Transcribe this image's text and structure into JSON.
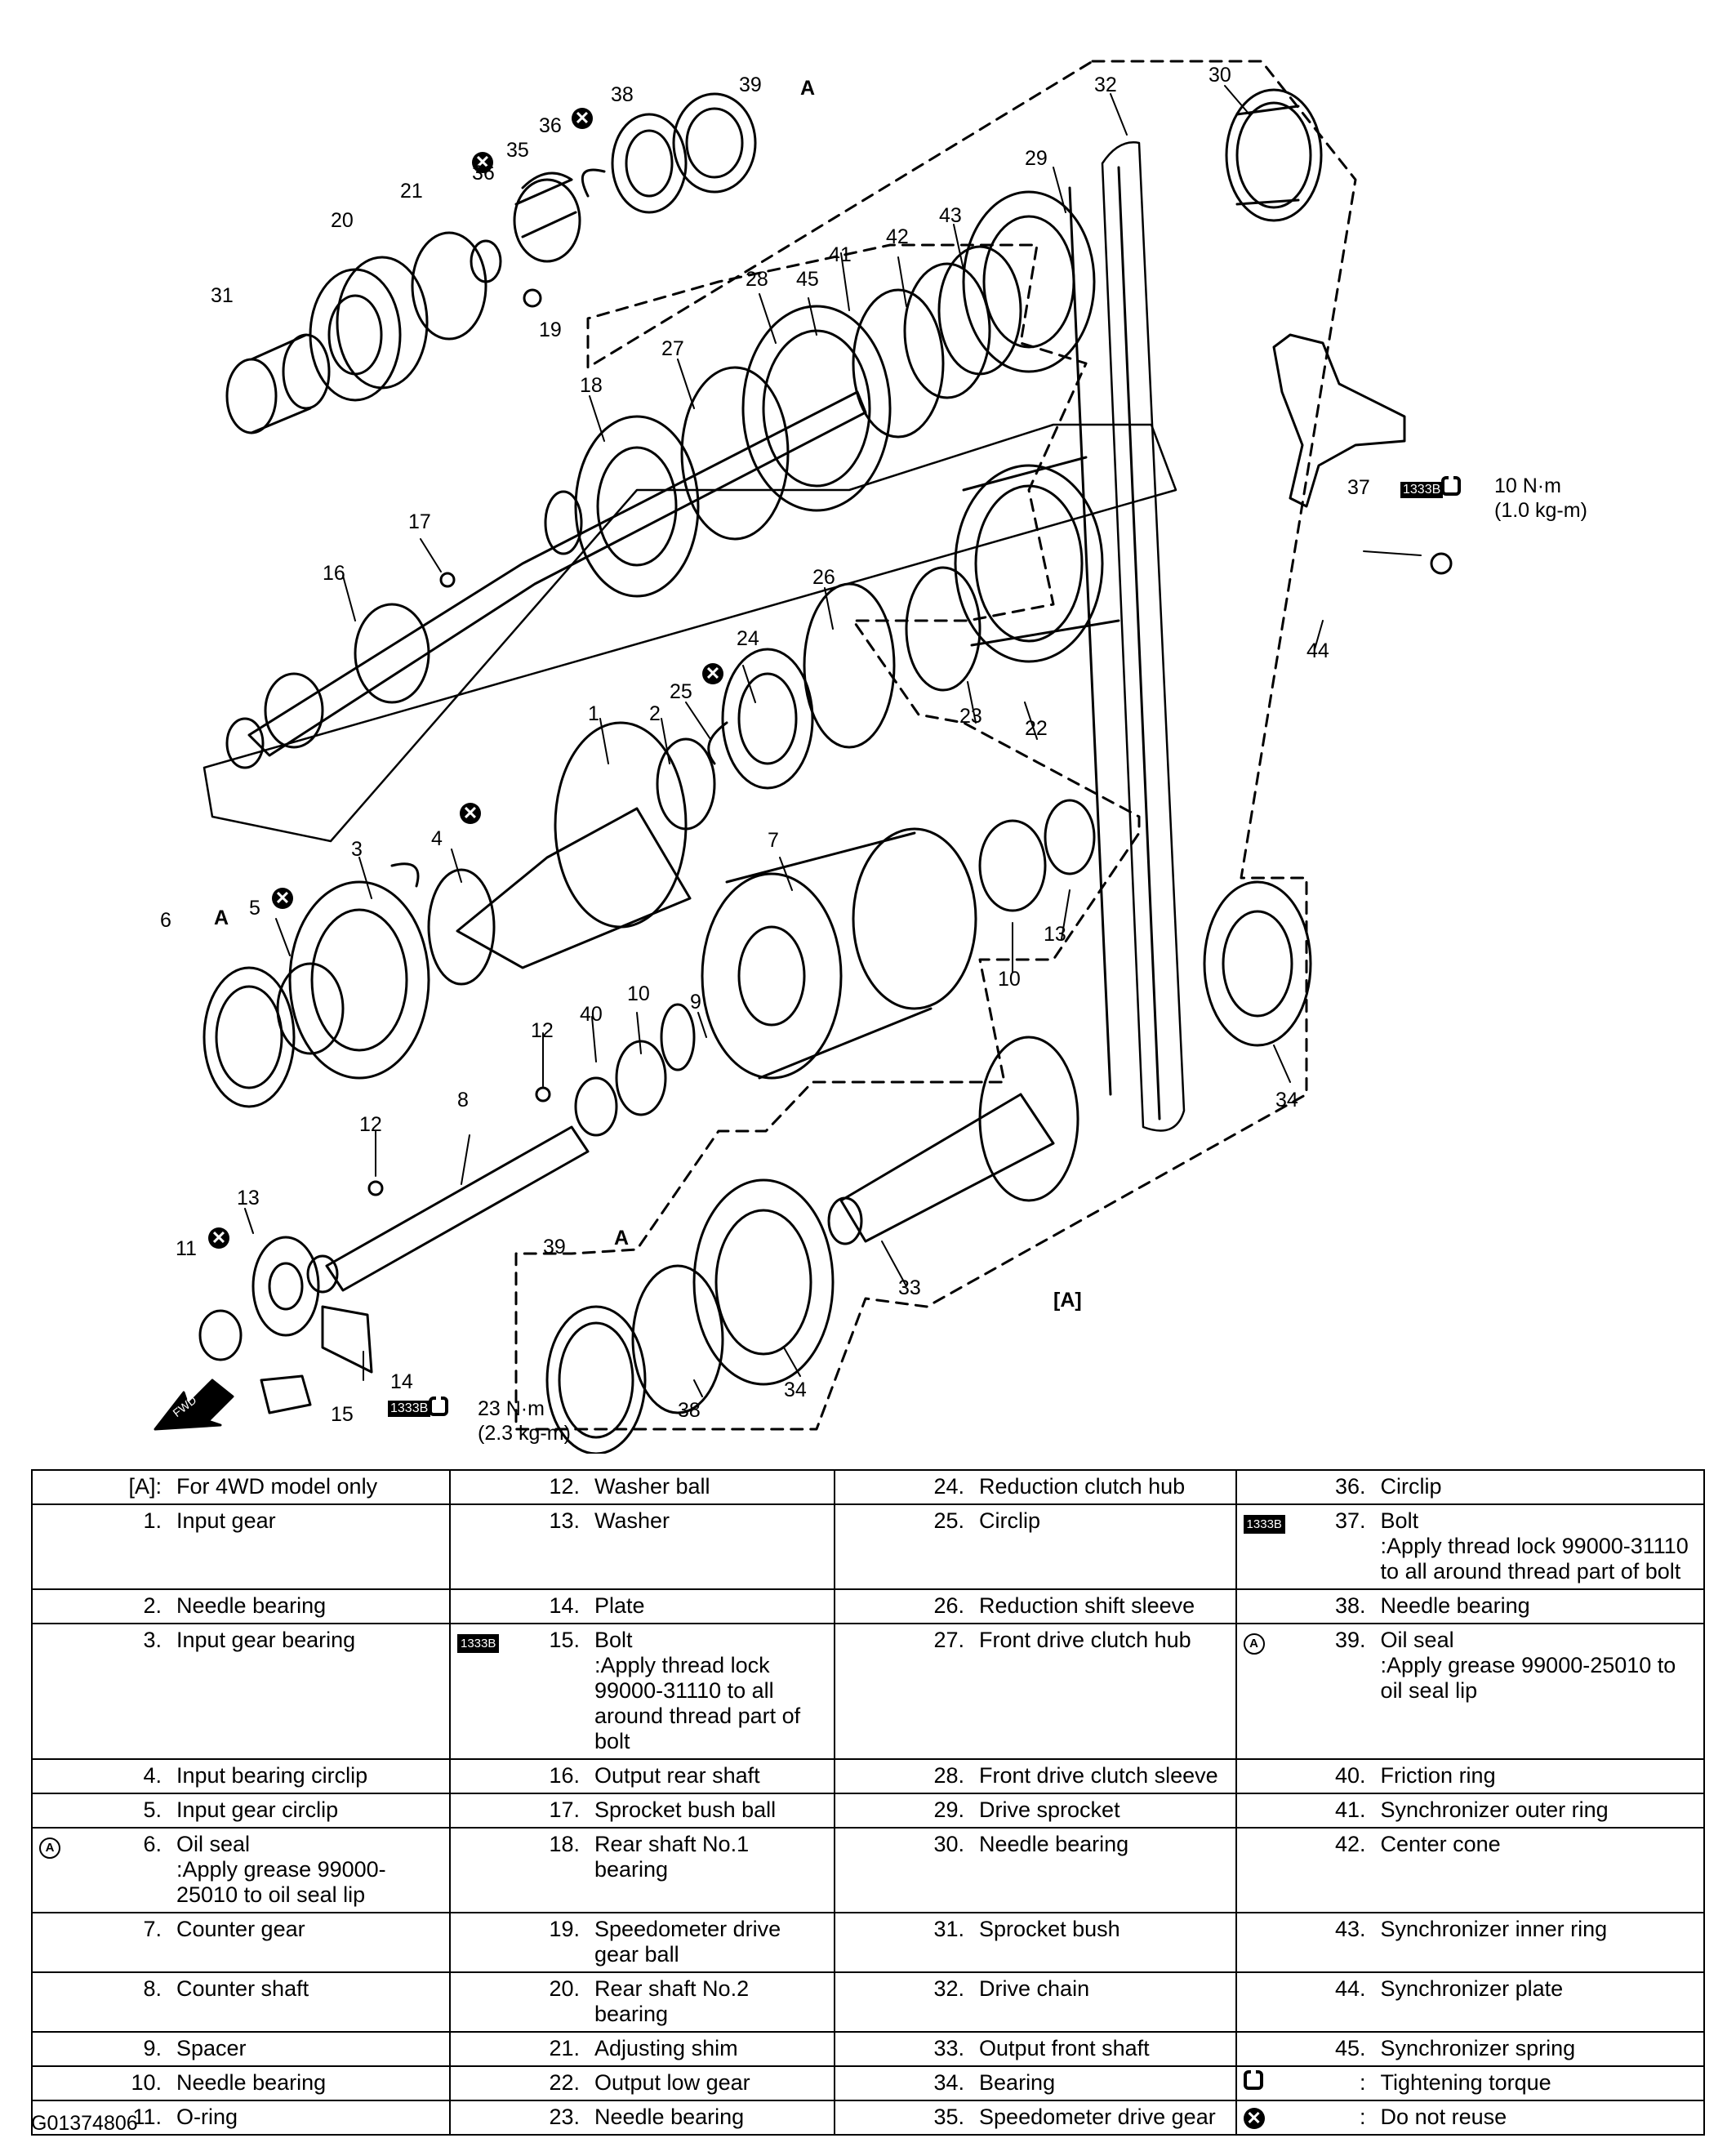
{
  "diagram": {
    "callouts": [
      {
        "n": "30"
      },
      {
        "n": "32"
      },
      {
        "n": "39"
      },
      {
        "n": "38"
      },
      {
        "n": "36"
      },
      {
        "n": "36"
      },
      {
        "n": "35"
      },
      {
        "n": "21"
      },
      {
        "n": "20"
      },
      {
        "n": "19"
      },
      {
        "n": "31"
      },
      {
        "n": "29"
      },
      {
        "n": "43"
      },
      {
        "n": "42"
      },
      {
        "n": "41"
      },
      {
        "n": "28"
      },
      {
        "n": "45"
      },
      {
        "n": "27"
      },
      {
        "n": "18"
      },
      {
        "n": "17"
      },
      {
        "n": "16"
      },
      {
        "n": "37"
      },
      {
        "n": "44"
      },
      {
        "n": "26"
      },
      {
        "n": "24"
      },
      {
        "n": "25"
      },
      {
        "n": "23"
      },
      {
        "n": "22"
      },
      {
        "n": "1"
      },
      {
        "n": "2"
      },
      {
        "n": "3"
      },
      {
        "n": "4"
      },
      {
        "n": "5"
      },
      {
        "n": "6"
      },
      {
        "n": "7"
      },
      {
        "n": "13"
      },
      {
        "n": "10"
      },
      {
        "n": "9"
      },
      {
        "n": "10"
      },
      {
        "n": "40"
      },
      {
        "n": "12"
      },
      {
        "n": "12"
      },
      {
        "n": "8"
      },
      {
        "n": "34"
      },
      {
        "n": "13"
      },
      {
        "n": "11"
      },
      {
        "n": "39"
      },
      {
        "n": "33"
      },
      {
        "n": "[A]"
      },
      {
        "n": "14"
      },
      {
        "n": "15"
      },
      {
        "n": "38"
      },
      {
        "n": "34"
      }
    ],
    "torque_37": {
      "value": "10 N·m",
      "alt": "(1.0 kg-m)"
    },
    "torque_15": {
      "value": "23 N·m",
      "alt": "(2.3 kg-m)"
    },
    "thread_lock_code": "1333B",
    "fwd_label": "FWD",
    "grease_mark": "A"
  },
  "legend": {
    "rows": [
      [
        {
          "n": "[A]:",
          "d": "For 4WD model only"
        },
        {
          "n": "12.",
          "d": "Washer ball"
        },
        {
          "n": "24.",
          "d": "Reduction clutch hub"
        },
        {
          "n": "36.",
          "d": "Circlip"
        }
      ],
      [
        {
          "n": "1.",
          "d": "Input gear"
        },
        {
          "n": "13.",
          "d": "Washer"
        },
        {
          "n": "25.",
          "d": "Circlip"
        },
        {
          "n": "37.",
          "d": "Bolt",
          "note": ":Apply thread lock 99000-31110 to all around thread part of bolt",
          "sym": "lock"
        }
      ],
      [
        {
          "n": "2.",
          "d": "Needle bearing"
        },
        {
          "n": "14.",
          "d": "Plate"
        },
        {
          "n": "26.",
          "d": "Reduction shift sleeve"
        },
        {
          "n": "38.",
          "d": "Needle bearing"
        }
      ],
      [
        {
          "n": "3.",
          "d": "Input gear bearing"
        },
        {
          "n": "15.",
          "d": "Bolt",
          "note": ":Apply thread lock 99000-31110 to all around thread part of bolt",
          "sym": "lock"
        },
        {
          "n": "27.",
          "d": "Front drive clutch hub"
        },
        {
          "n": "39.",
          "d": "Oil seal",
          "note": ":Apply grease 99000-25010 to oil seal lip",
          "sym": "grease"
        }
      ],
      [
        {
          "n": "4.",
          "d": "Input bearing circlip"
        },
        {
          "n": "16.",
          "d": "Output rear shaft"
        },
        {
          "n": "28.",
          "d": "Front drive clutch sleeve"
        },
        {
          "n": "40.",
          "d": "Friction ring"
        }
      ],
      [
        {
          "n": "5.",
          "d": "Input gear circlip"
        },
        {
          "n": "17.",
          "d": "Sprocket bush ball"
        },
        {
          "n": "29.",
          "d": "Drive sprocket"
        },
        {
          "n": "41.",
          "d": "Synchronizer outer ring"
        }
      ],
      [
        {
          "n": "6.",
          "d": "Oil seal",
          "note": ":Apply grease 99000-25010 to oil seal lip",
          "sym": "grease"
        },
        {
          "n": "18.",
          "d": "Rear shaft No.1 bearing"
        },
        {
          "n": "30.",
          "d": "Needle bearing"
        },
        {
          "n": "42.",
          "d": "Center cone"
        }
      ],
      [
        {
          "n": "7.",
          "d": "Counter gear"
        },
        {
          "n": "19.",
          "d": "Speedometer drive gear ball"
        },
        {
          "n": "31.",
          "d": "Sprocket bush"
        },
        {
          "n": "43.",
          "d": "Synchronizer inner ring"
        }
      ],
      [
        {
          "n": "8.",
          "d": "Counter shaft"
        },
        {
          "n": "20.",
          "d": "Rear shaft No.2 bearing"
        },
        {
          "n": "32.",
          "d": "Drive chain"
        },
        {
          "n": "44.",
          "d": "Synchronizer plate"
        }
      ],
      [
        {
          "n": "9.",
          "d": "Spacer"
        },
        {
          "n": "21.",
          "d": "Adjusting shim"
        },
        {
          "n": "33.",
          "d": "Output front shaft"
        },
        {
          "n": "45.",
          "d": "Synchronizer spring"
        }
      ],
      [
        {
          "n": "10.",
          "d": "Needle bearing"
        },
        {
          "n": "22.",
          "d": "Output low gear"
        },
        {
          "n": "34.",
          "d": "Bearing"
        },
        {
          "n": ":",
          "d": "Tightening torque",
          "sym": "torque"
        }
      ],
      [
        {
          "n": "11.",
          "d": "O-ring"
        },
        {
          "n": "23.",
          "d": "Needle bearing"
        },
        {
          "n": "35.",
          "d": "Speedometer drive gear"
        },
        {
          "n": ":",
          "d": "Do not reuse",
          "sym": "noreuse"
        }
      ]
    ]
  },
  "figure_code": "G01374806"
}
